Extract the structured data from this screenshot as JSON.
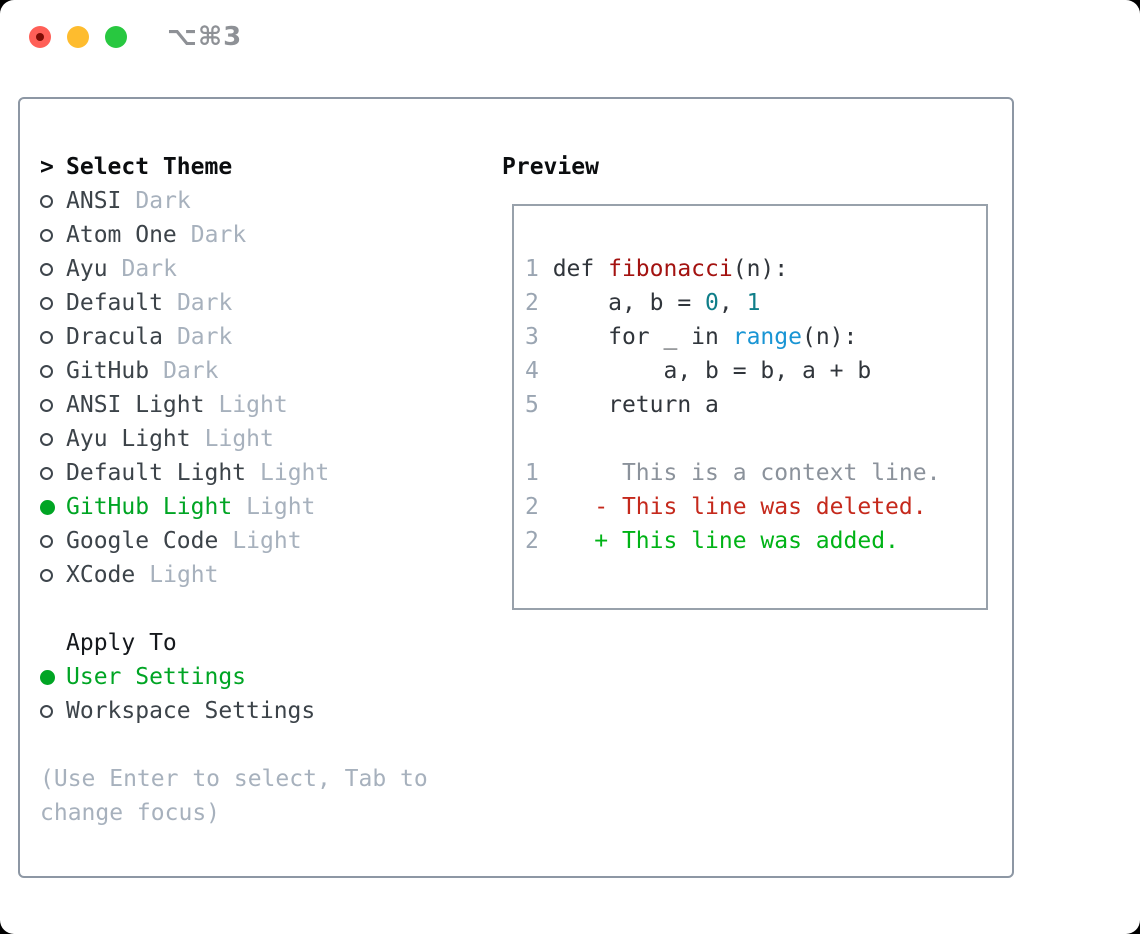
{
  "titlebar": {
    "shortcut": "⌥⌘3"
  },
  "colors": {
    "accent_green": "#00a524",
    "added_green": "#00b316",
    "deleted_red": "#c5291c",
    "function_red": "#a31210",
    "number_teal": "#0f7e89",
    "call_blue": "#1995d4"
  },
  "panel": {
    "select_header": {
      "prompt": ">",
      "label": "Select Theme"
    },
    "themes": [
      {
        "name": "ANSI",
        "variant": "Dark",
        "selected": false
      },
      {
        "name": "Atom One",
        "variant": "Dark",
        "selected": false
      },
      {
        "name": "Ayu",
        "variant": "Dark",
        "selected": false
      },
      {
        "name": "Default",
        "variant": "Dark",
        "selected": false
      },
      {
        "name": "Dracula",
        "variant": "Dark",
        "selected": false
      },
      {
        "name": "GitHub",
        "variant": "Dark",
        "selected": false
      },
      {
        "name": "ANSI Light",
        "variant": "Light",
        "selected": false
      },
      {
        "name": "Ayu Light",
        "variant": "Light",
        "selected": false
      },
      {
        "name": "Default Light",
        "variant": "Light",
        "selected": false
      },
      {
        "name": "GitHub Light",
        "variant": "Light",
        "selected": true
      },
      {
        "name": "Google Code",
        "variant": "Light",
        "selected": false
      },
      {
        "name": "XCode",
        "variant": "Light",
        "selected": false
      }
    ],
    "apply_to": {
      "label": "Apply To",
      "options": [
        {
          "name": "User Settings",
          "selected": true
        },
        {
          "name": "Workspace Settings",
          "selected": false
        }
      ]
    },
    "help_lines": [
      "(Use Enter to select, Tab to",
      "change focus)"
    ]
  },
  "preview": {
    "label": "Preview",
    "code_lines": [
      {
        "segments": [
          {
            "t": "1 ",
            "c": "ln"
          },
          {
            "t": "def ",
            "c": "k"
          },
          {
            "t": "fibonacci",
            "c": "fn"
          },
          {
            "t": "(n):",
            "c": "k"
          }
        ]
      },
      {
        "segments": [
          {
            "t": "2 ",
            "c": "ln"
          },
          {
            "t": "    a, b = ",
            "c": "k"
          },
          {
            "t": "0",
            "c": "num"
          },
          {
            "t": ", ",
            "c": "k"
          },
          {
            "t": "1",
            "c": "num"
          }
        ]
      },
      {
        "segments": [
          {
            "t": "3 ",
            "c": "ln"
          },
          {
            "t": "    for _ in ",
            "c": "k"
          },
          {
            "t": "range",
            "c": "call"
          },
          {
            "t": "(n):",
            "c": "k"
          }
        ]
      },
      {
        "segments": [
          {
            "t": "4 ",
            "c": "ln"
          },
          {
            "t": "        a, b = b, a + b",
            "c": "k"
          }
        ]
      },
      {
        "segments": [
          {
            "t": "5 ",
            "c": "ln"
          },
          {
            "t": "    return a",
            "c": "k"
          }
        ]
      },
      {
        "segments": [
          {
            "t": " ",
            "c": "k"
          }
        ]
      },
      {
        "segments": [
          {
            "t": "1 ",
            "c": "ln"
          },
          {
            "t": "     This is a context line.",
            "c": "ctx"
          }
        ]
      },
      {
        "segments": [
          {
            "t": "2 ",
            "c": "ln"
          },
          {
            "t": "   - This line was deleted.",
            "c": "del"
          }
        ]
      },
      {
        "segments": [
          {
            "t": "2 ",
            "c": "ln"
          },
          {
            "t": "   + This line was added.",
            "c": "add"
          }
        ]
      }
    ]
  }
}
